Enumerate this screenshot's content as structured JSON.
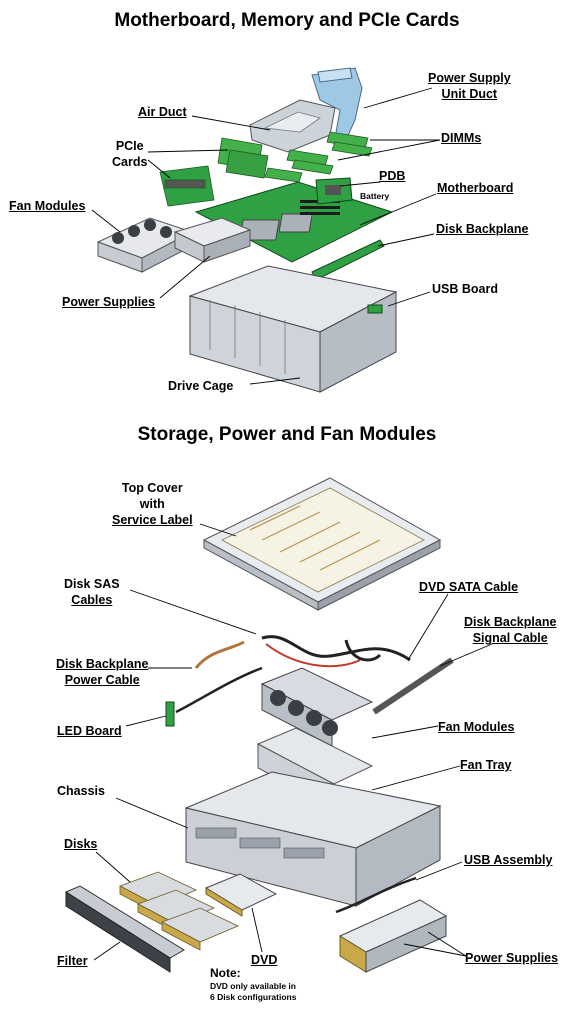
{
  "top_section": {
    "title": "Motherboard, Memory and PCIe Cards",
    "labels": {
      "psu_duct_1": "Power Supply",
      "psu_duct_2": "Unit Duct",
      "air_duct": "Air Duct",
      "dimms": "DIMMs",
      "pcie_1": "PCIe",
      "pcie_2": "Cards",
      "pdb": "PDB",
      "battery": "Battery",
      "motherboard": "Motherboard",
      "fan_modules": "Fan Modules",
      "disk_backplane": "Disk Backplane",
      "usb_board": "USB Board",
      "power_supplies": "Power Supplies",
      "drive_cage": "Drive Cage"
    }
  },
  "bottom_section": {
    "title": "Storage, Power and Fan Modules",
    "labels": {
      "top_cover_1": "Top Cover",
      "top_cover_2": "with",
      "top_cover_3": "Service Label",
      "disk_sas_1": "Disk SAS",
      "disk_sas_2": "Cables",
      "dvd_sata": "DVD SATA Cable",
      "backplane_signal_1": "Disk Backplane",
      "backplane_signal_2": "Signal Cable",
      "backplane_power_1": "Disk Backplane",
      "backplane_power_2": "Power Cable",
      "led_board": "LED Board",
      "fan_modules": "Fan Modules",
      "fan_tray": "Fan Tray",
      "chassis": "Chassis",
      "disks": "Disks",
      "usb_assembly": "USB Assembly",
      "filter": "Filter",
      "dvd": "DVD",
      "power_supplies": "Power Supplies",
      "note_title": "Note:",
      "note_1": "DVD only available in",
      "note_2": "6 Disk configurations"
    }
  },
  "colors": {
    "board_green": "#2fa043",
    "duct_blue": "#9fc7e6",
    "metal": "#d6dbe2",
    "metal_dark": "#8c939c",
    "cable_dark": "#222222",
    "cable_red": "#c0392b",
    "disk_gold": "#c9a84a"
  }
}
